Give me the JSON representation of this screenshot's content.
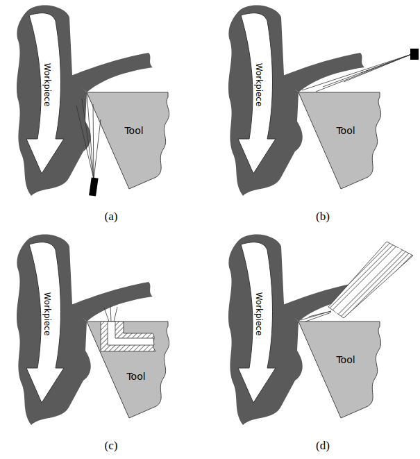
{
  "diagram": {
    "labels": [
      "Workpiece",
      "Tool",
      "(a)",
      "Workpiece",
      "Tool",
      "(b)",
      "Workpiece",
      "Tool",
      "(c)",
      "Workpiece",
      "Tool",
      "(d)"
    ]
  }
}
